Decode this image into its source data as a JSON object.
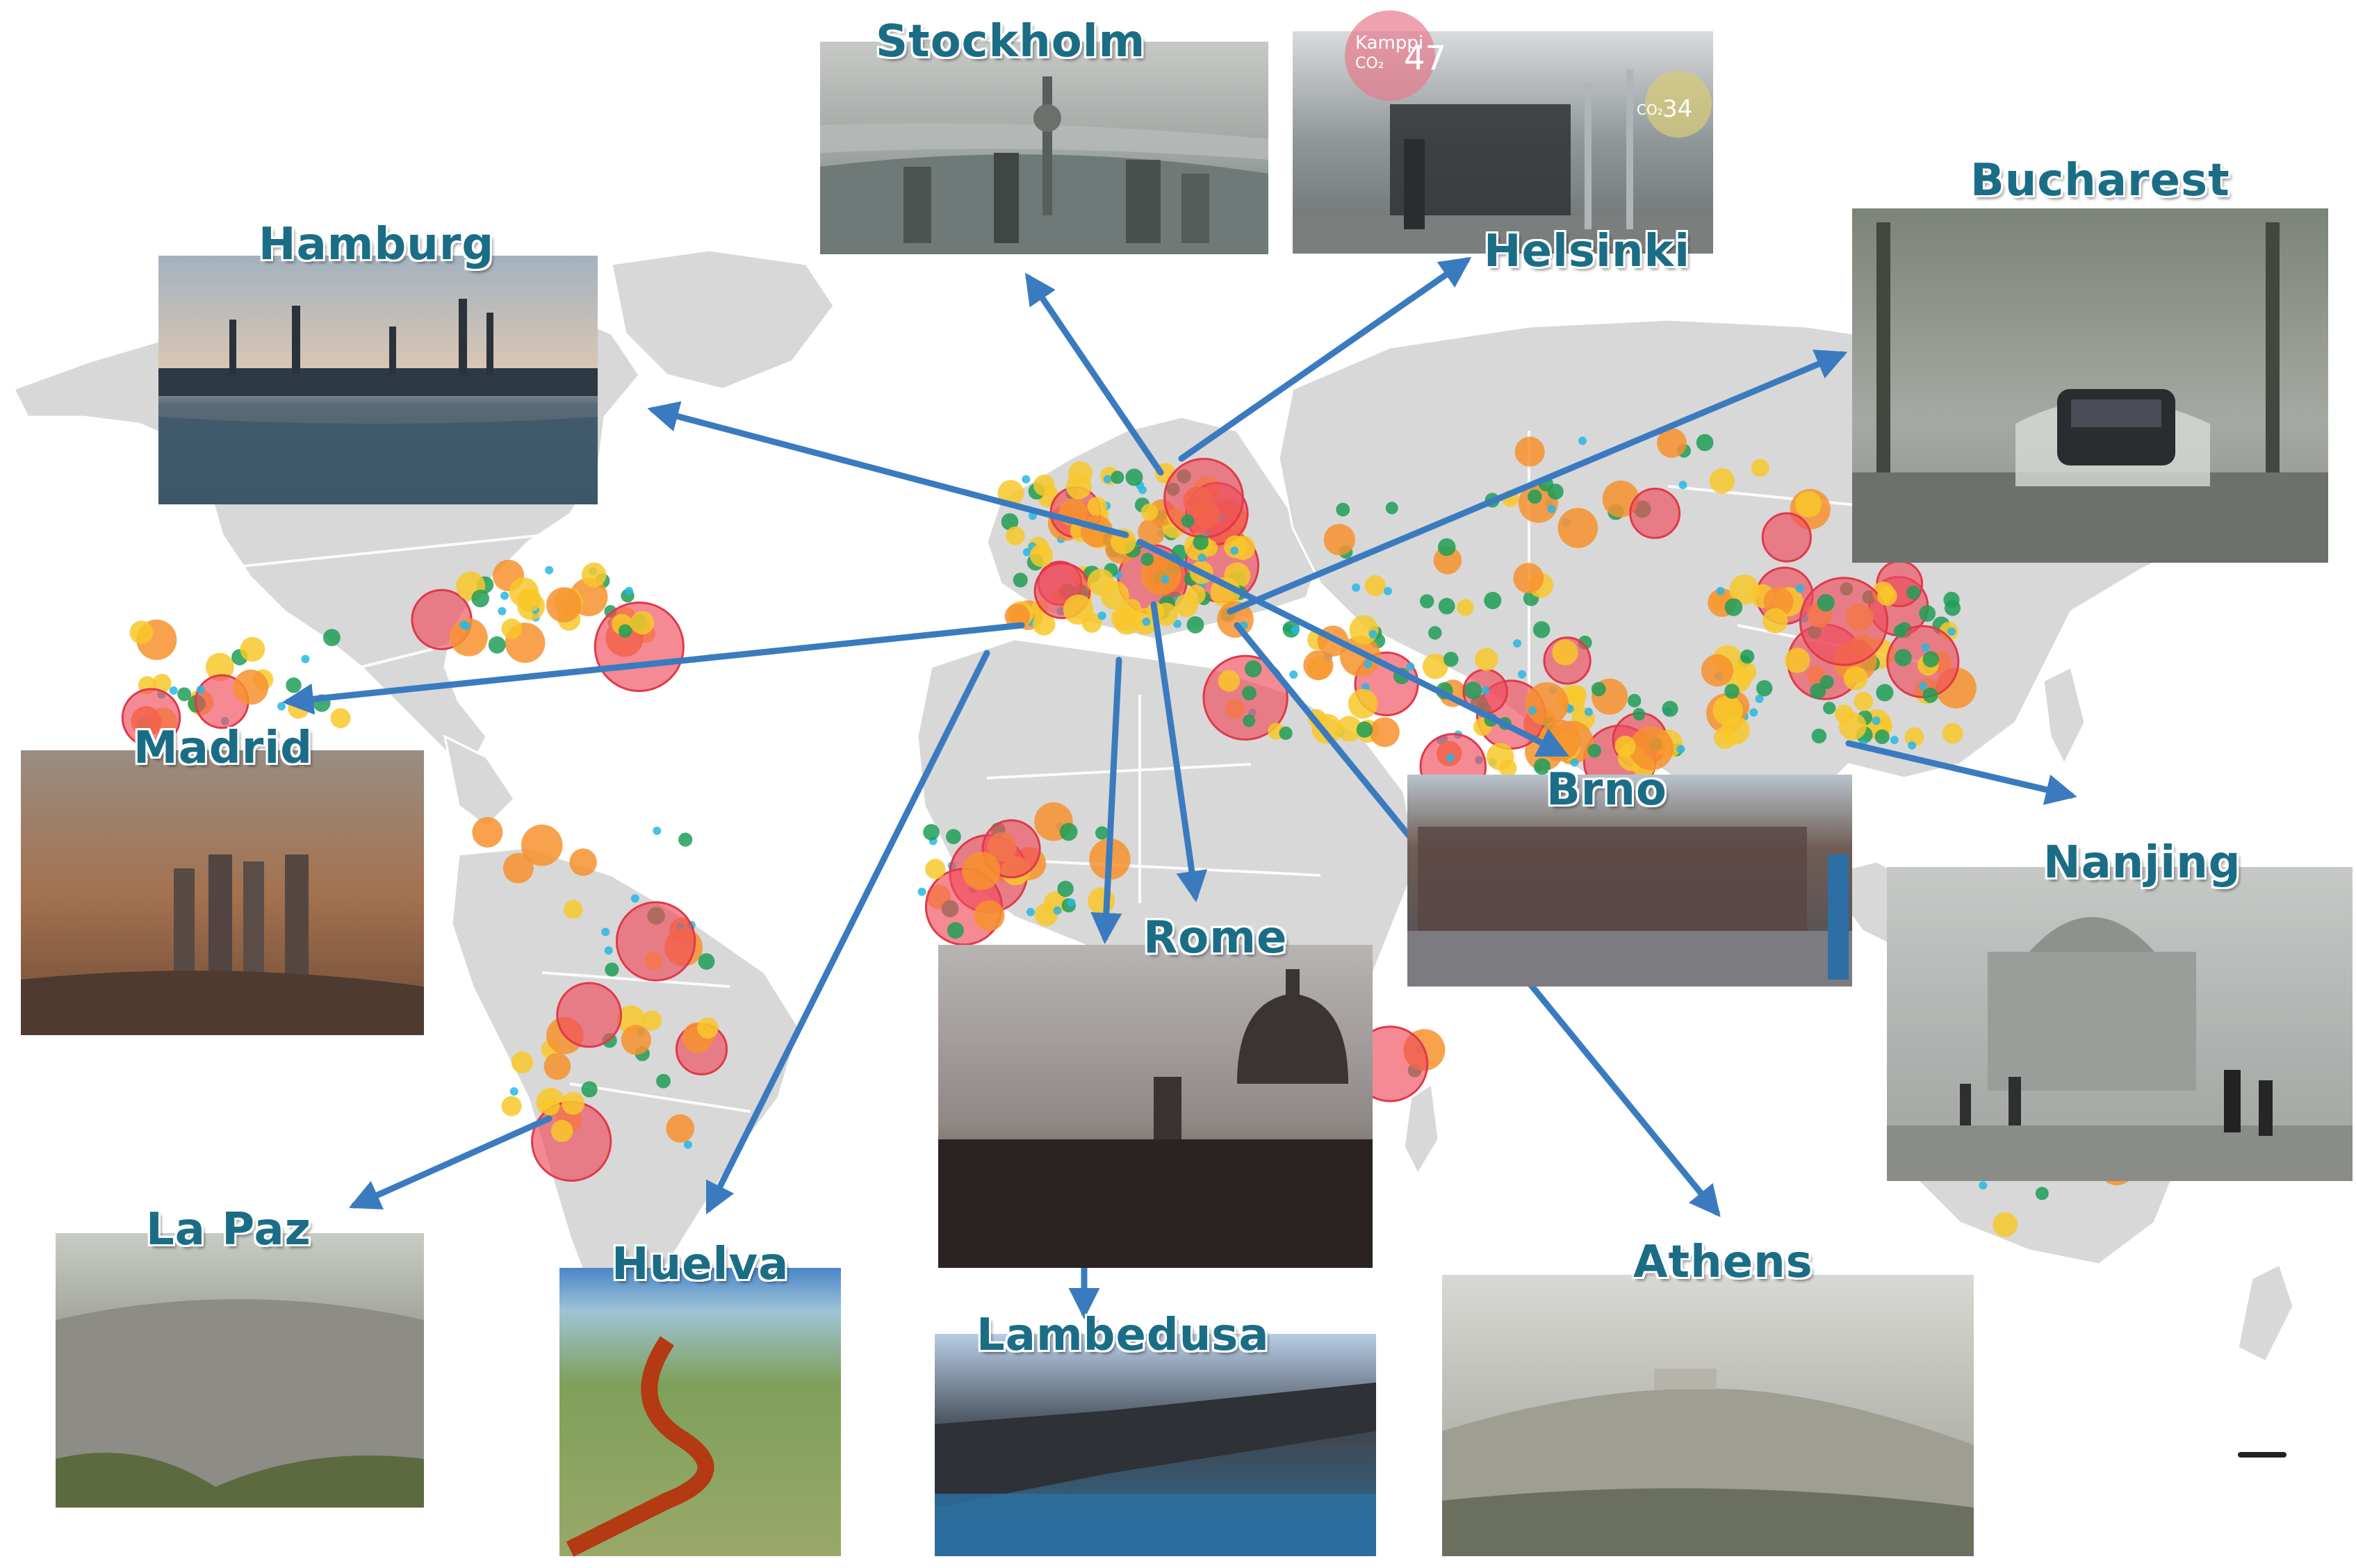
{
  "colors": {
    "land": "#d8d8d8",
    "arrow": "#3a7bbf",
    "label": "#1b6d86",
    "marker_palette": [
      "#ef4b5a",
      "#f7922f",
      "#f8c82a",
      "#1f9e57",
      "#27b7e4"
    ]
  },
  "cities": [
    {
      "id": "stockholm",
      "label": "Stockholm",
      "photo": "skyline-haze"
    },
    {
      "id": "helsinki",
      "label": "Helsinki",
      "photo": "street-sensors"
    },
    {
      "id": "hamburg",
      "label": "Hamburg",
      "photo": "industrial-harbor"
    },
    {
      "id": "bucharest",
      "label": "Bucharest",
      "photo": "flooded-street"
    },
    {
      "id": "madrid",
      "label": "Madrid",
      "photo": "smog-towers"
    },
    {
      "id": "brno",
      "label": "Brno",
      "photo": "bike-parking"
    },
    {
      "id": "nanjing",
      "label": "Nanjing",
      "photo": "foggy-square"
    },
    {
      "id": "rome",
      "label": "Rome",
      "photo": "dome-silhouette"
    },
    {
      "id": "la_paz",
      "label": "La Paz",
      "photo": "valley-city"
    },
    {
      "id": "huelva",
      "label": "Huelva",
      "photo": "red-river"
    },
    {
      "id": "lambedusa",
      "label": "Lambedusa",
      "photo": "pier-crowd"
    },
    {
      "id": "athens",
      "label": "Athens",
      "photo": "acropolis-haze"
    }
  ],
  "kampi_sign": {
    "name": "Kamppi",
    "unit": "CO₂",
    "value": "47"
  },
  "secondary_sign": {
    "unit": "CO₂",
    "value": "34"
  }
}
